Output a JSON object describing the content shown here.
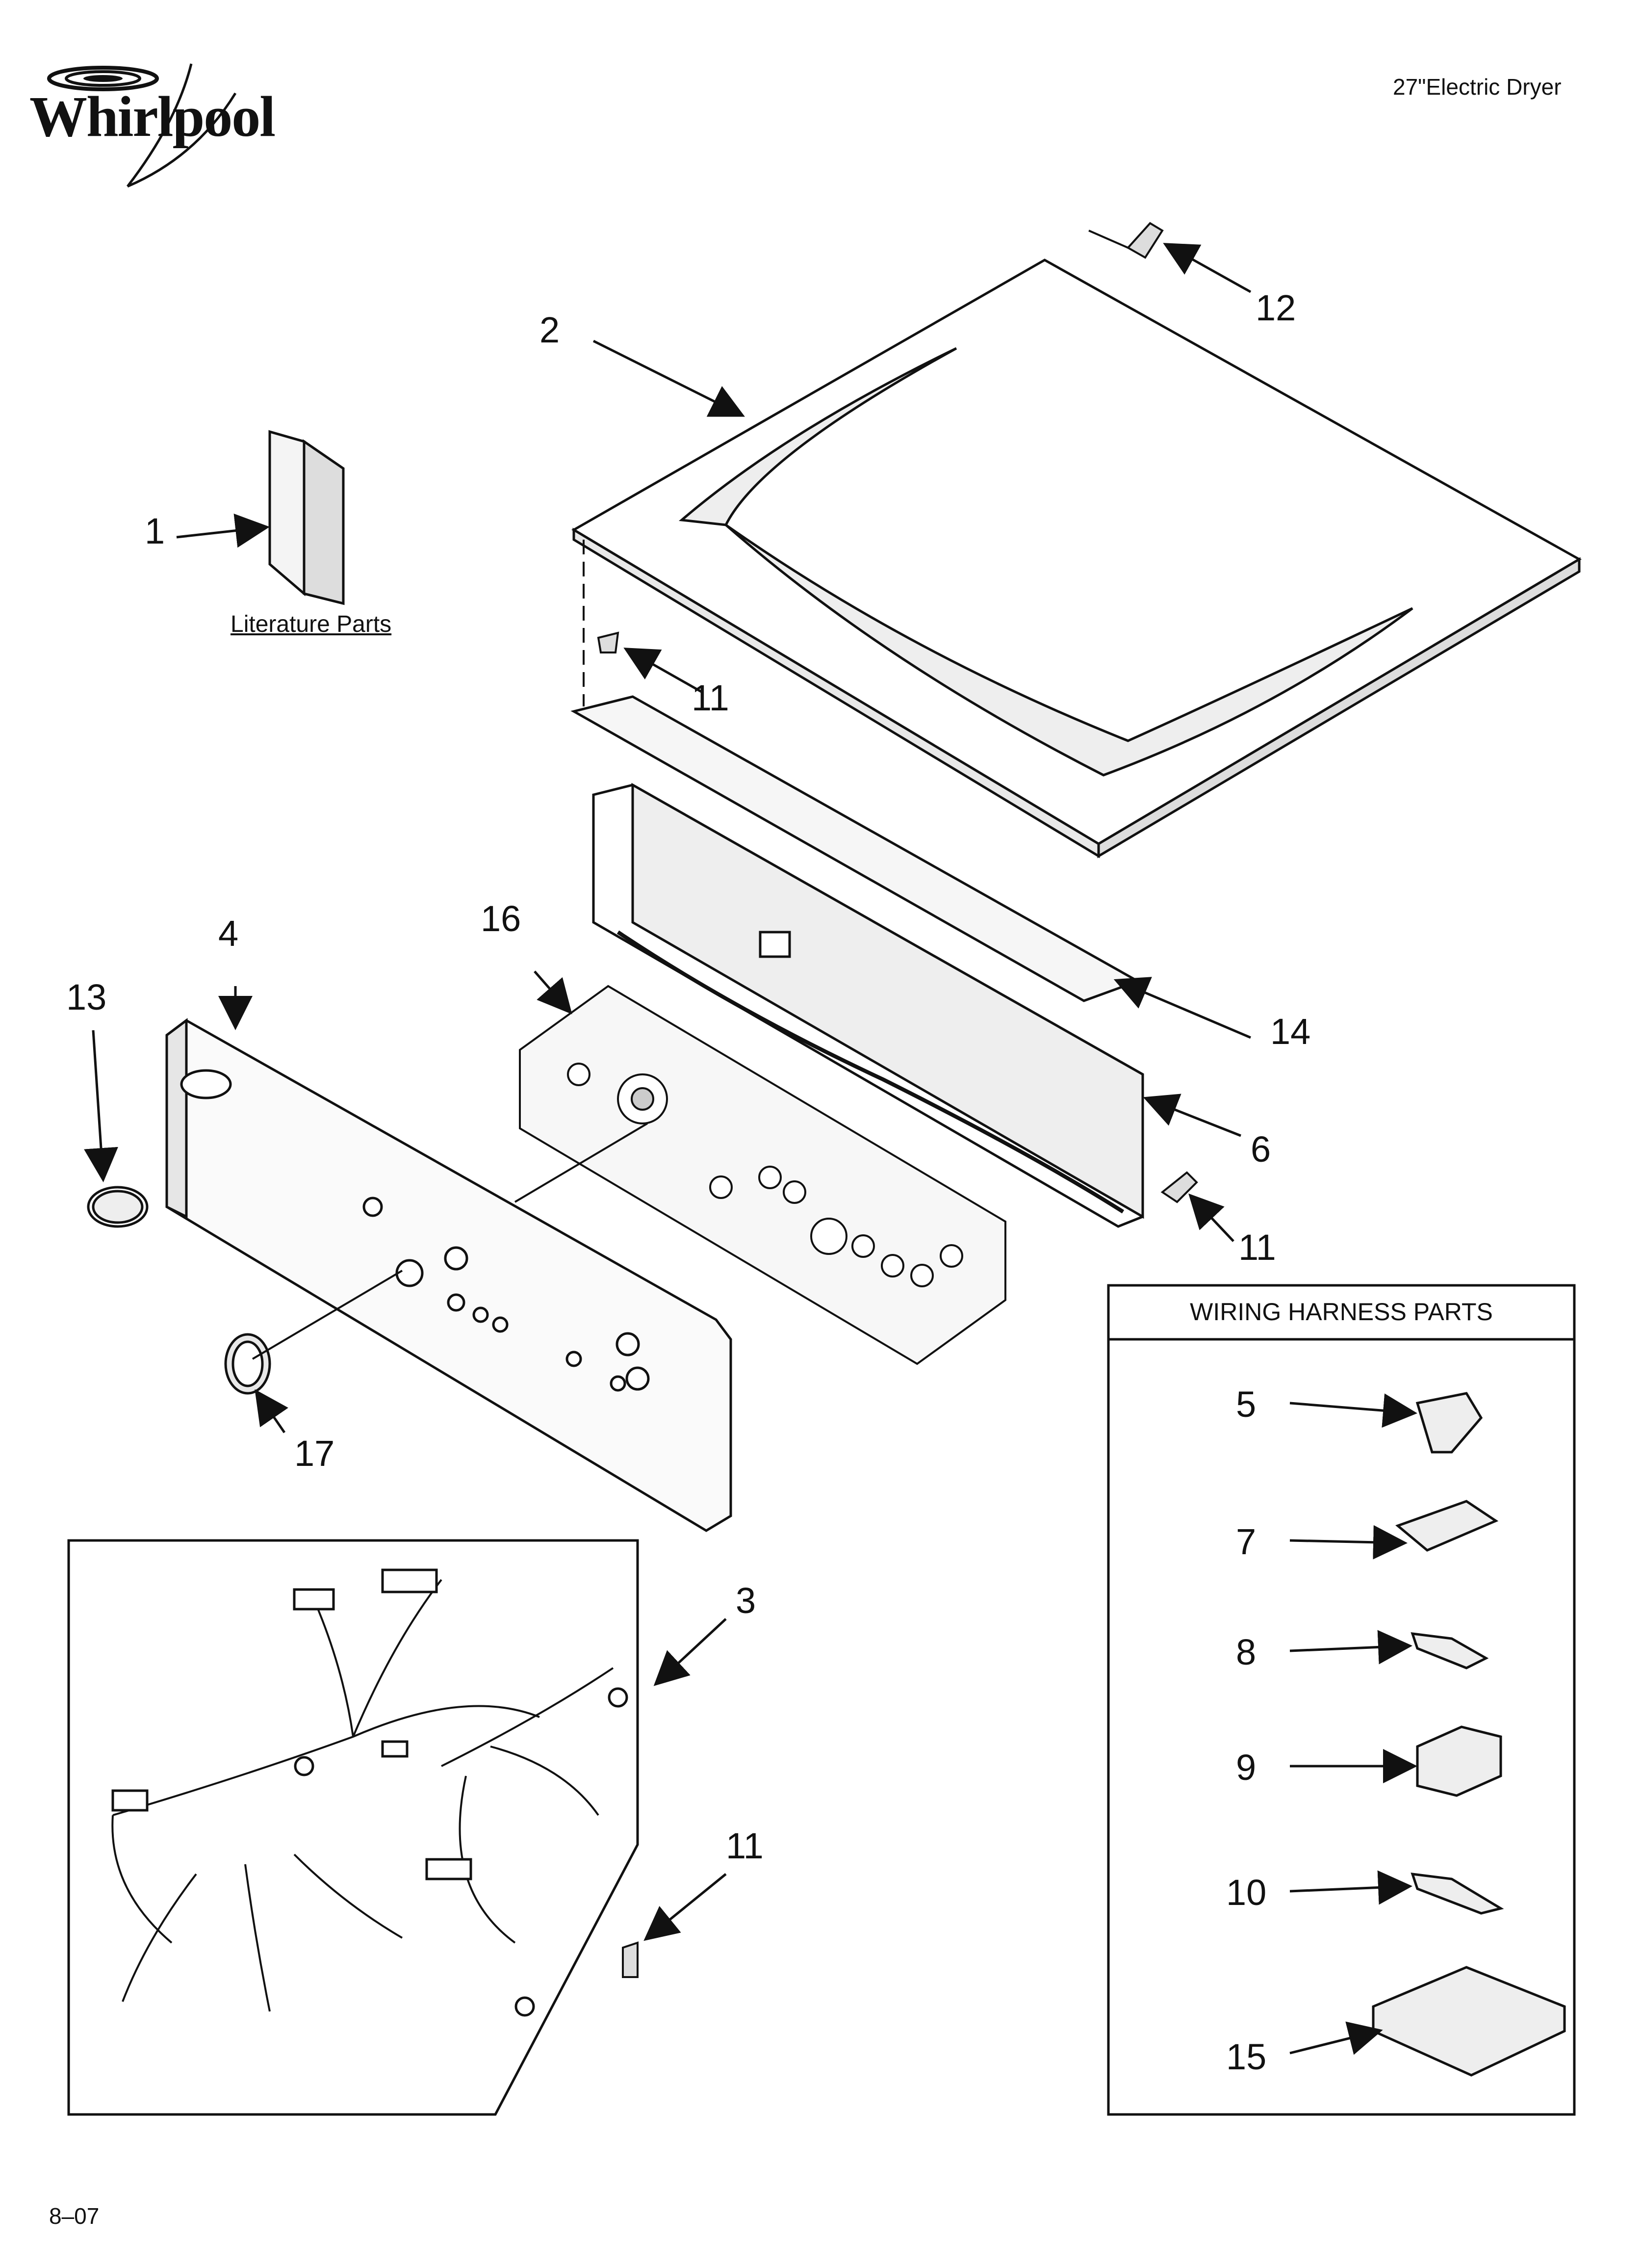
{
  "brand": {
    "logo_text": "Whirlpool"
  },
  "header": {
    "product": "27\"Electric Dryer"
  },
  "footer": {
    "date_code": "8–07"
  },
  "literature": {
    "label": "Literature Parts"
  },
  "wiring_box": {
    "title": "WIRING HARNESS PARTS"
  },
  "callouts": {
    "c1": "1",
    "c2": "2",
    "c3": "3",
    "c4": "4",
    "c5": "5",
    "c6": "6",
    "c7": "7",
    "c8": "8",
    "c9": "9",
    "c10": "10",
    "c11a": "11",
    "c11b": "11",
    "c11c": "11",
    "c12": "12",
    "c13": "13",
    "c14": "14",
    "c15": "15",
    "c16": "16",
    "c17": "17"
  }
}
